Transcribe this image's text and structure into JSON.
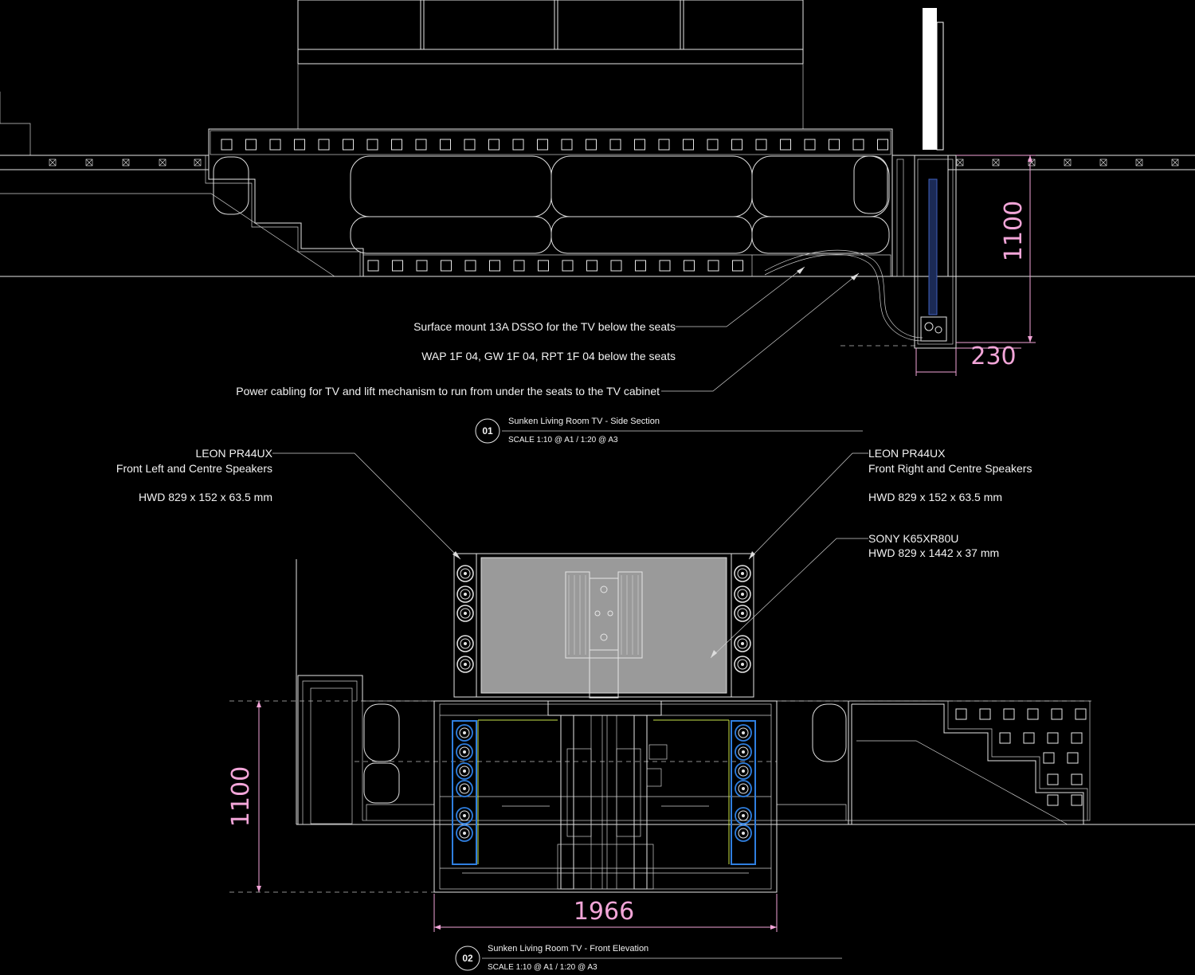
{
  "section_top": {
    "callouts": [
      "Surface mount 13A DSSO for the TV below the seats",
      "WAP 1F 04, GW 1F 04, RPT 1F 04 below the seats",
      "Power cabling for TV and lift mechanism to run from under the seats to the TV cabinet"
    ],
    "dimensions": {
      "height": "1100",
      "depth": "230"
    },
    "title_block": {
      "number": "01",
      "title": "Sunken Living Room TV - Side Section",
      "scale": "SCALE 1:10 @ A1 / 1:20 @ A3"
    }
  },
  "elevation_bottom": {
    "left_speaker": {
      "model": "LEON PR44UX",
      "desc": "Front Left and Centre Speakers",
      "dims": "HWD 829 x 152 x 63.5 mm"
    },
    "right_speaker": {
      "model": "LEON PR44UX",
      "desc": "Front Right and Centre Speakers",
      "dims": "HWD 829 x 152 x 63.5 mm"
    },
    "tv": {
      "model": "SONY K65XR80U",
      "dims": "HWD 829 x 1442 x 37 mm"
    },
    "dimensions": {
      "height": "1100",
      "width": "1966"
    },
    "title_block": {
      "number": "02",
      "title": "Sunken Living Room TV - Front Elevation",
      "scale": "SCALE 1:10 @ A1 / 1:20 @ A3"
    }
  },
  "colors": {
    "background": "#000000",
    "line": "#e6e6e6",
    "dimension": "#f2a5d8",
    "speaker_blue": "#2f7fe0",
    "tv_screen": "#9a9a9a"
  }
}
